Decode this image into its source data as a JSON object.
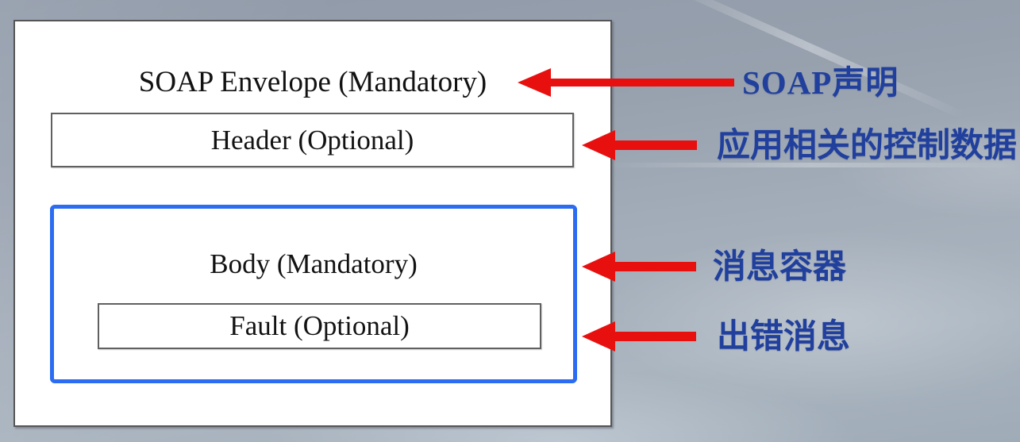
{
  "diagram": {
    "title_context": "SOAP message structure",
    "envelope": {
      "label": "SOAP Envelope (Mandatory)"
    },
    "header": {
      "label": "Header (Optional)"
    },
    "body": {
      "label": "Body (Mandatory)"
    },
    "fault": {
      "label": "Fault (Optional)"
    },
    "annotations": [
      {
        "label": "SOAP声明",
        "target": "SOAP Envelope (Mandatory)"
      },
      {
        "label": "应用相关的控制数据",
        "target": "Header (Optional)"
      },
      {
        "label": "消息容器",
        "target": "Body (Mandatory)"
      },
      {
        "label": "出错消息",
        "target": "Fault (Optional)"
      }
    ],
    "colors": {
      "arrow_red": "#e8100f",
      "annotation_blue": "#21409d",
      "body_border_blue": "#2b6cf2",
      "box_border_gray": "#565656",
      "background_gray_blue": "#9aa4b1"
    }
  }
}
